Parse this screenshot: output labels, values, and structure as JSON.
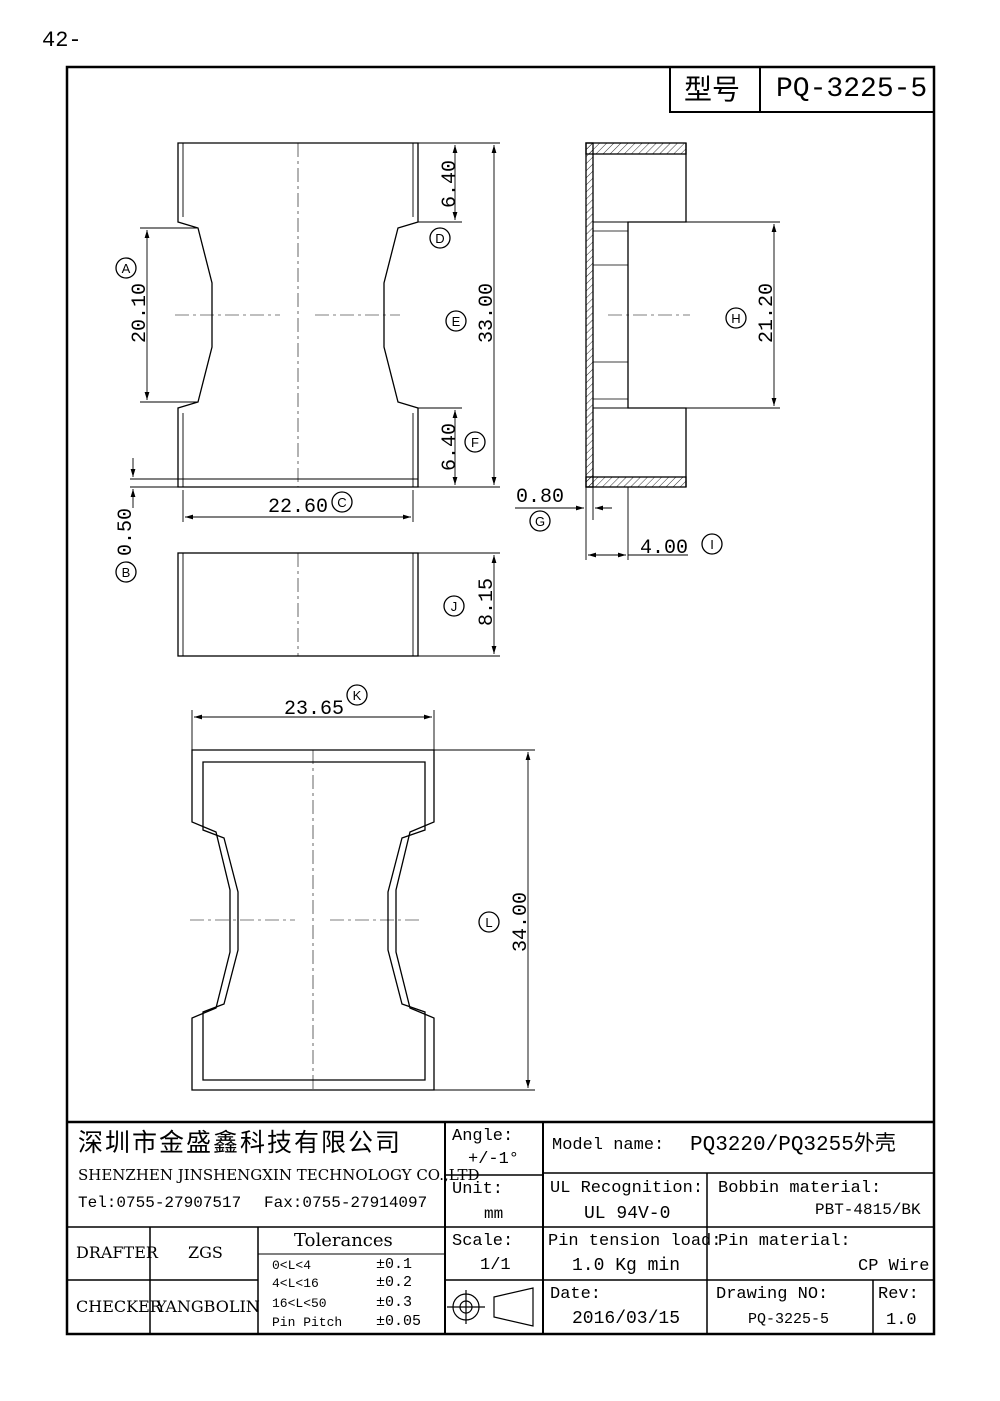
{
  "page_number": "42-",
  "header": {
    "type_label": "型号",
    "part_number": "PQ-3225-5"
  },
  "dimensions": {
    "A": {
      "letter": "A",
      "value": "20.10"
    },
    "B": {
      "letter": "B",
      "value": "0.50"
    },
    "C": {
      "letter": "C",
      "value": "22.60"
    },
    "D": {
      "letter": "D",
      "value": "6.40"
    },
    "E": {
      "letter": "E",
      "value": "33.00"
    },
    "F": {
      "letter": "F",
      "value": "6.40"
    },
    "G": {
      "letter": "G",
      "value": "0.80"
    },
    "H": {
      "letter": "H",
      "value": "21.20"
    },
    "I": {
      "letter": "I",
      "value": "4.00"
    },
    "J": {
      "letter": "J",
      "value": "8.15"
    },
    "K": {
      "letter": "K",
      "value": "23.65"
    },
    "L": {
      "letter": "L",
      "value": "34.00"
    }
  },
  "title_block": {
    "company_cn": "深圳市金盛鑫科技有限公司",
    "company_en": "SHENZHEN JINSHENGXIN TECHNOLOGY CO.,LTD",
    "tel": "Tel:0755-27907517",
    "fax": "Fax:0755-27914097",
    "angle_label": "Angle:",
    "angle_value": "+/-1°",
    "unit_label": "Unit:",
    "unit_value": "mm",
    "scale_label": "Scale:",
    "scale_value": "1/1",
    "model_label": "Model name:",
    "model_value": "PQ3220/PQ3255外壳",
    "ul_label": "UL Recognition:",
    "ul_value": "UL 94V-0",
    "bobbin_label": "Bobbin material:",
    "bobbin_value": "PBT-4815/BK",
    "pin_tension_label": "Pin tension load:",
    "pin_tension_value": "1.0 Kg min",
    "pin_material_label": "Pin material:",
    "pin_material_value": "CP Wire",
    "date_label": "Date:",
    "date_value": "2016/03/15",
    "drawing_no_label": "Drawing NO:",
    "drawing_no_value": "PQ-3225-5",
    "rev_label": "Rev:",
    "rev_value": "1.0",
    "drafter_label": "DRAFTER",
    "drafter_value": "ZGS",
    "checker_label": "CHECKER",
    "checker_value": "YANGBOLIN",
    "tolerances_title": "Tolerances",
    "tolerances": [
      {
        "range": "0<L<4",
        "tol": "±0.1"
      },
      {
        "range": "4<L<16",
        "tol": "±0.2"
      },
      {
        "range": "16<L<50",
        "tol": "±0.3"
      },
      {
        "range": "Pin Pitch",
        "tol": "±0.05"
      }
    ]
  }
}
